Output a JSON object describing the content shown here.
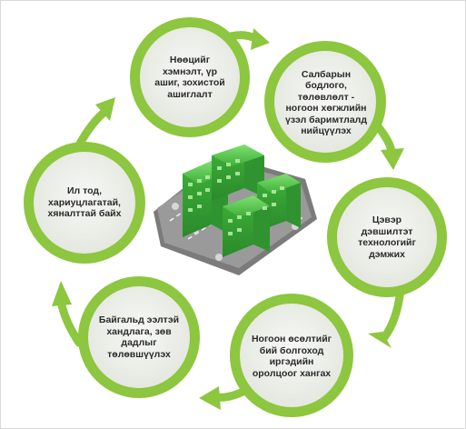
{
  "colors": {
    "ring_green": "#8dc63f",
    "arrow_green": "#8dc63f",
    "inner_fill": "#eef0ea",
    "text": "#2b2b2b",
    "building_green": "#4fc24a",
    "road_gray": "#9a9a9a"
  },
  "cycle": {
    "nodes": [
      {
        "label": "Нөөцийг хэмнэлт, үр ашиг, зохистой ашиглалт"
      },
      {
        "label": "Салбарын бодлого, төлөвлөлт - ногоон хөгжлийн үзэл баримтлалд нийцүүлэх"
      },
      {
        "label": "Цэвэр дэвшилтэт технологийг дэмжих"
      },
      {
        "label": "Ногоон өсөлтийг бий болгоход иргэдийн оролцоог хангах"
      },
      {
        "label": "Байгальд ээлтэй хандлага, зөв дадлыг төлөвшүүлэх"
      },
      {
        "label": "Ил тод, хариуцлагатай, хяналттай байх"
      }
    ],
    "center_icon": "green-city-recycle-icon"
  }
}
